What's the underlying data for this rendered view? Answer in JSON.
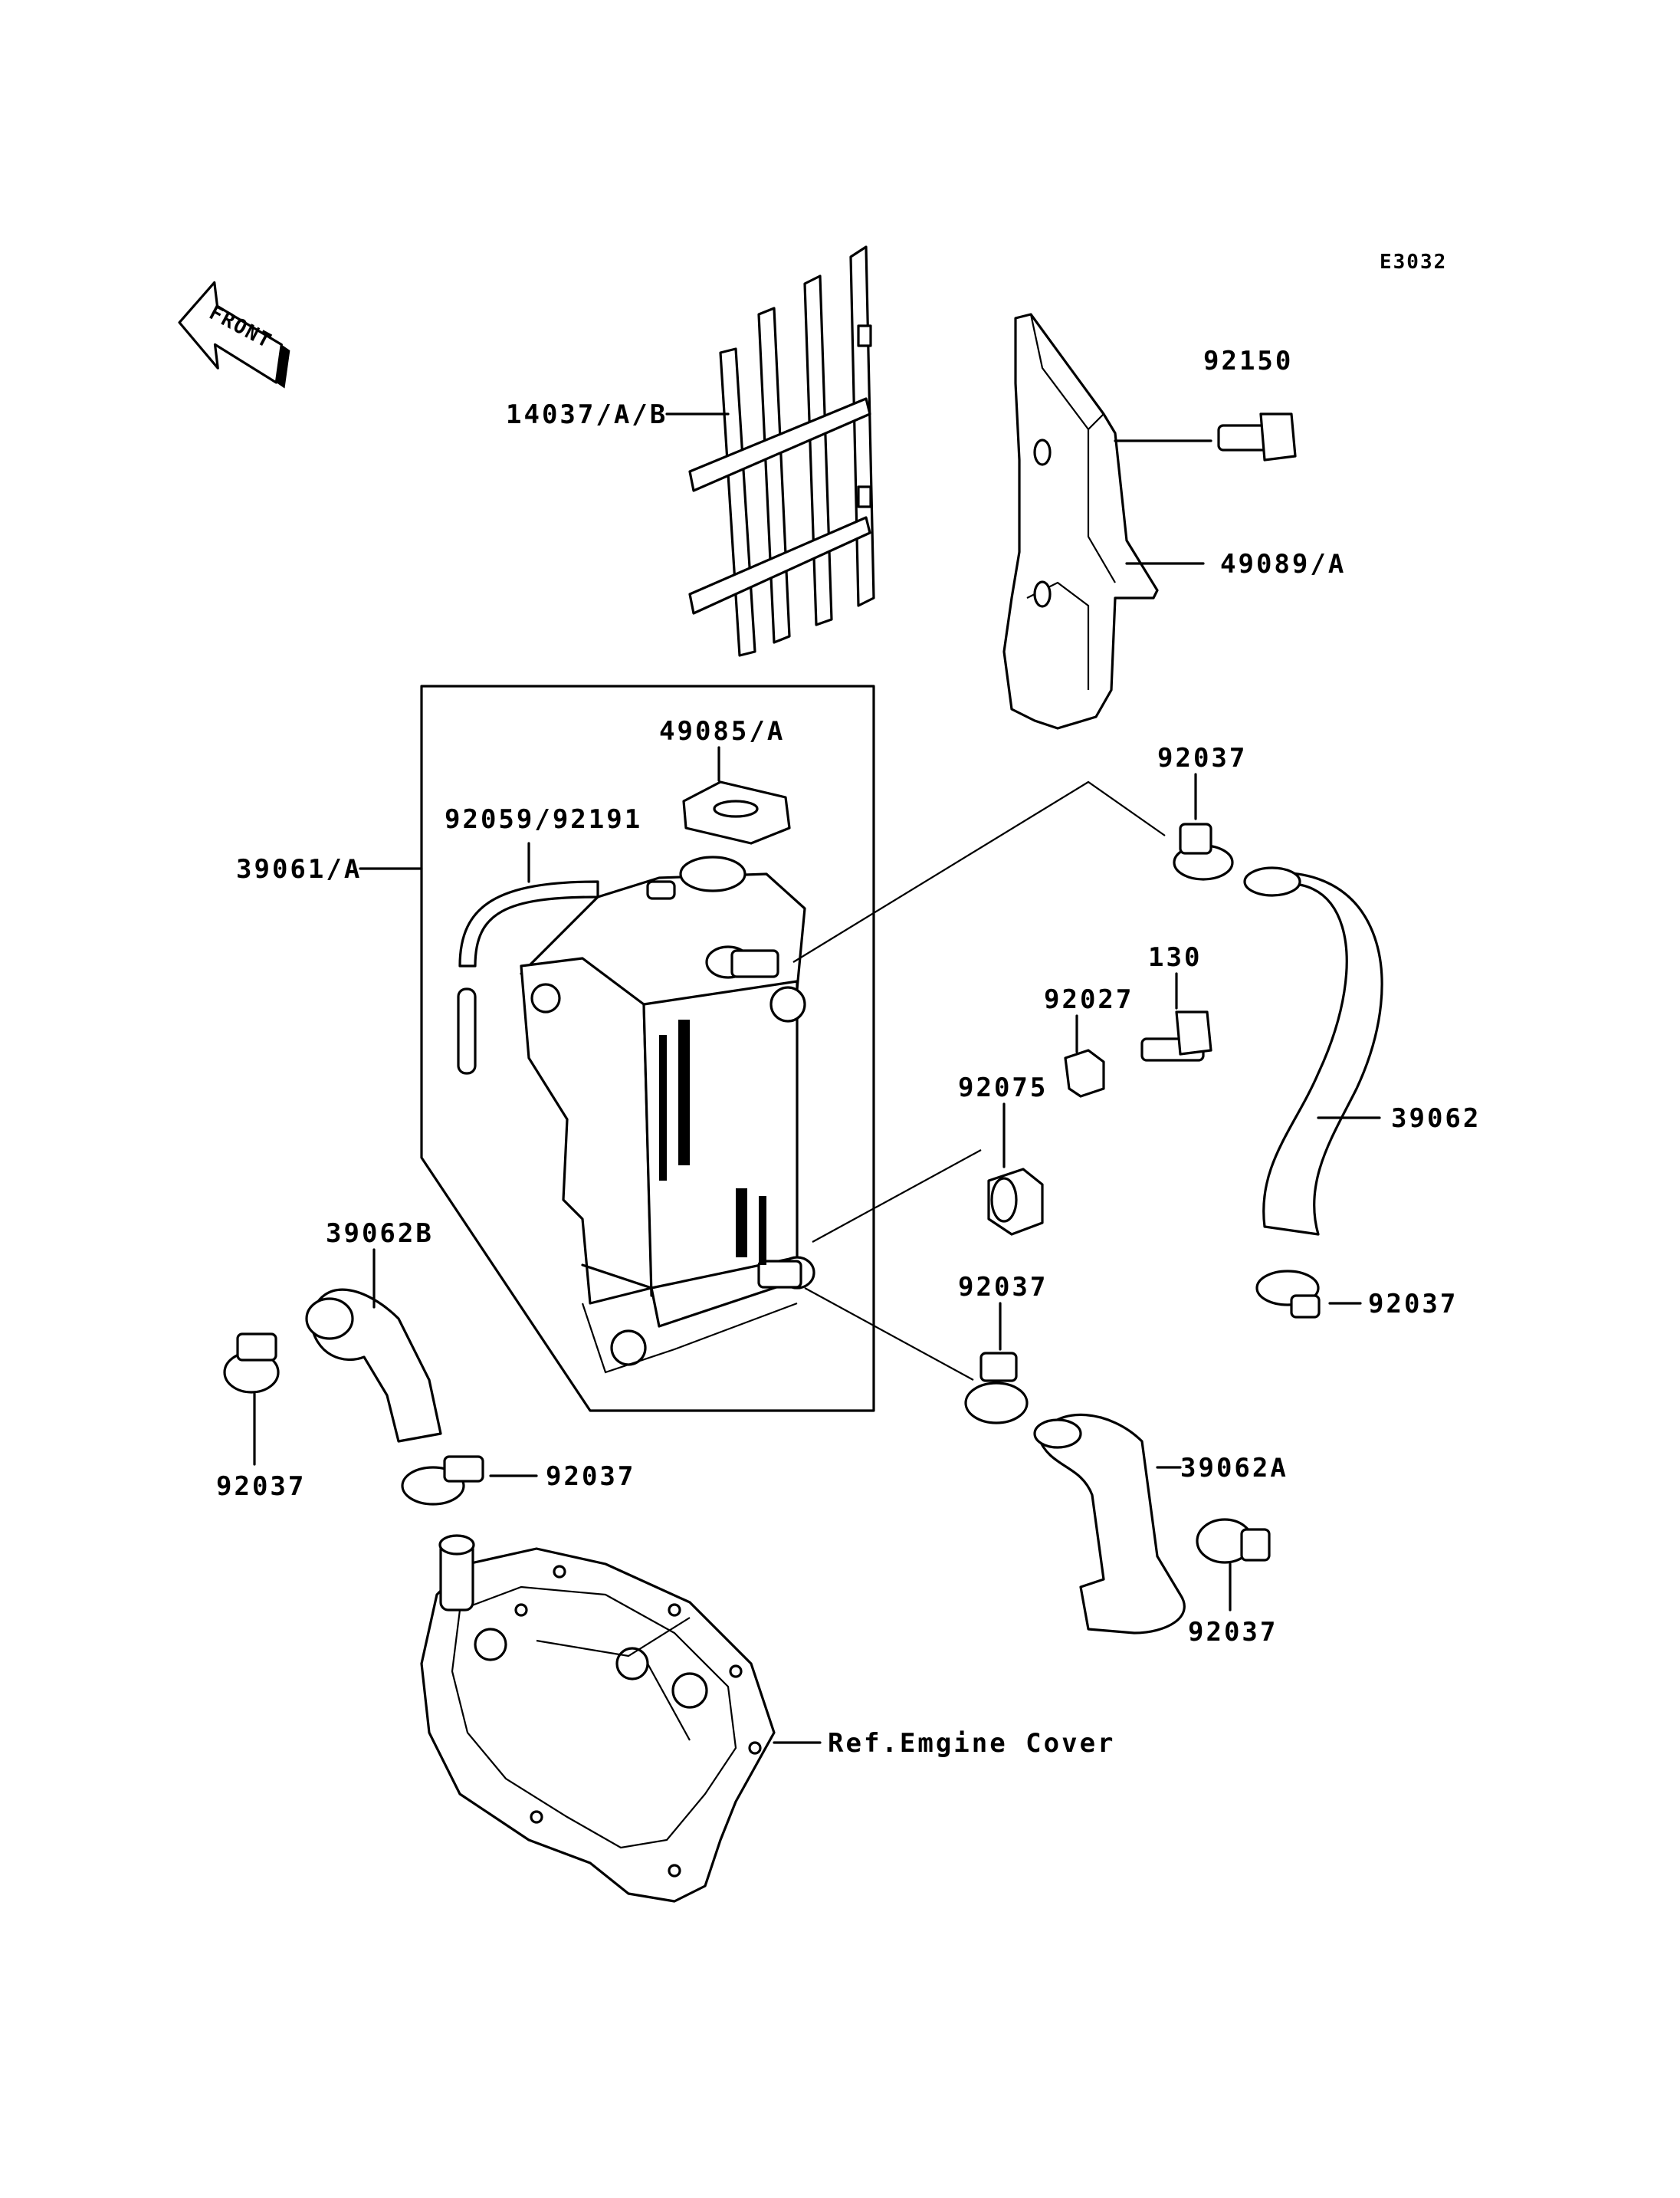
{
  "diagram_code": "E3032",
  "front_label": "FRONT",
  "labels": {
    "p14037": "14037/A/B",
    "p92150": "92150",
    "p49089": "49089/A",
    "p49085": "49085/A",
    "p92037_top": "92037",
    "p92059": "92059/92191",
    "p39061": "39061/A",
    "p130": "130",
    "p92027": "92027",
    "p92075": "92075",
    "p39062": "39062",
    "p92037_right": "92037",
    "p39062B": "39062B",
    "p92037_mid": "92037",
    "p92037_left": "92037",
    "p92037_bottom_left": "92037",
    "p39062A": "39062A",
    "p92037_bottom_right": "92037",
    "ref_engine_cover": "Ref.Emgine Cover"
  }
}
